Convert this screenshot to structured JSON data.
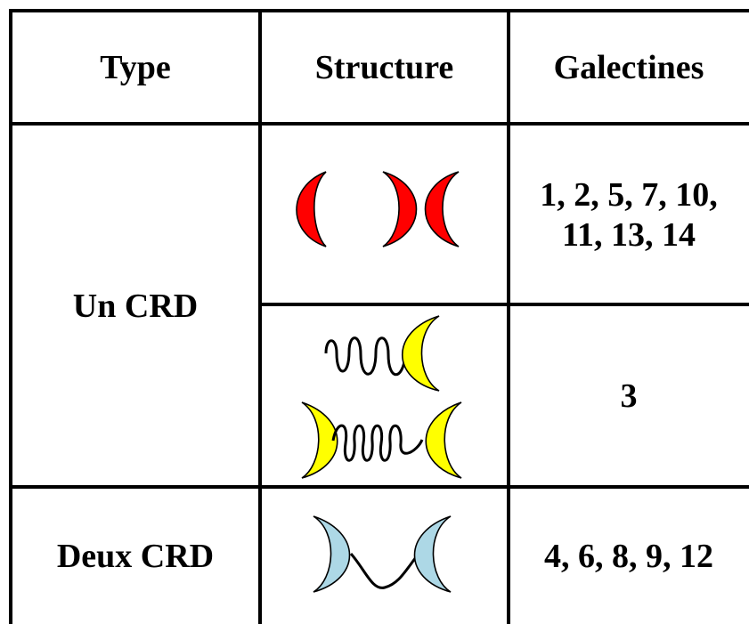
{
  "table": {
    "headers": {
      "type": "Type",
      "structure": "Structure",
      "galectines": "Galectines"
    },
    "rows": [
      {
        "type": "Un CRD",
        "galectines_line1": "1, 2, 5, 7, 10,",
        "galectines_line2": "11, 13, 14",
        "structure_icon": "red-crescent-monomer-and-dimer",
        "color": "#ff0000"
      },
      {
        "galectines": "3",
        "structure_icon": "yellow-crescent-with-tail-chimera",
        "color": "#ffff00"
      },
      {
        "type": "Deux CRD",
        "galectines": "4, 6, 8, 9, 12",
        "structure_icon": "lightblue-tandem-repeat",
        "color": "#add8e6"
      }
    ]
  }
}
